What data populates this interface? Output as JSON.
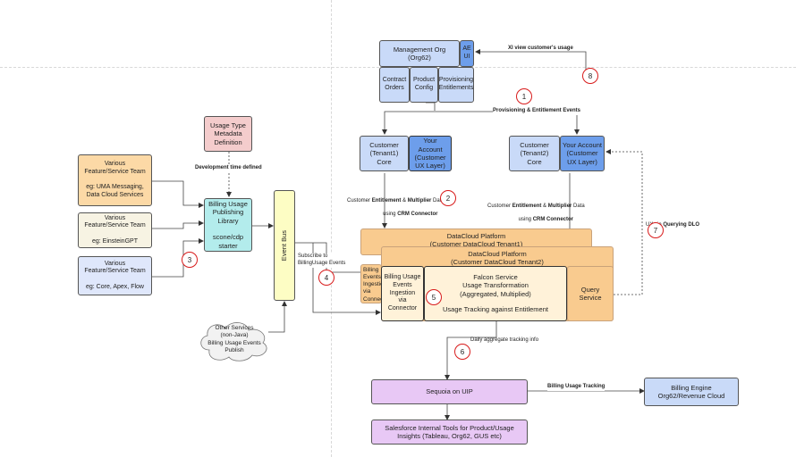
{
  "colors": {
    "blue_light": "#c9daf8",
    "blue_strong": "#6d9eeb",
    "pink": "#f4cccc",
    "orange": "#fcd9a6",
    "beige": "#f7f3e3",
    "lavender": "#dfe7fb",
    "teal": "#b3ecec",
    "yellow": "#fdfdc4",
    "orange_platform": "#f9cb8f",
    "cream": "#fff2d9",
    "purple": "#e8c8f5",
    "badge_red": "#d81b1b"
  },
  "nodes": {
    "management_org": "Management Org\n(Org62)",
    "ae_ui": "AE\nUI",
    "contract_orders": "Contract\nOrders",
    "product_config": "Product\nConfig",
    "provisioning_entitlements": "Provisioning\nEntitlements",
    "customer_tenant1_core": "Customer\n(Tenant1)\nCore",
    "your_account_1": "Your Account\n(Customer\nUX Layer)",
    "customer_tenant2_core": "Customer\n(Tenant2)\nCore",
    "your_account_2": "Your Account\n(Customer\nUX Layer)",
    "usage_type_metadata": "Usage Type\nMetadata\nDefinition",
    "team1": "Various\nFeature/Service Team\n\neg: UMA Messaging,\nData Cloud Services",
    "team2": "Various\nFeature/Service Team\n\neg: EinsteinGPT",
    "team3": "Various\nFeature/Service Team\n\neg: Core, Apex, Flow",
    "billing_library": "Billing Usage\nPublishing\nLibrary\n\nscone/cdp\nstarter",
    "event_bus": "Event Bus",
    "other_services": "Other Services\n(non-Java)\nBilling Usage Events\nPublish",
    "datacloud_platform_1": "DataCloud Platform\n(Customer DataCloud Tenant1)",
    "datacloud_platform_2": "DataCloud Platform\n(Customer DataCloud Tenant2)",
    "behind_ingestion": "Billing\nEvents\nIngestion\nvia\nConnector",
    "billing_ingestion": "Billing Usage\nEvents\nIngestion\nvia\nConnector",
    "falcon_service": "Falcon Service\nUsage Transformation\n(Aggregated, Multiplied)",
    "usage_tracking": "Usage Tracking against Entitlement",
    "query_service": "Query Service",
    "sequoia": "Sequoia on UIP",
    "billing_engine": "Billing Engine\nOrg62/Revenue Cloud",
    "internal_tools": "Salesforce Internal Tools for Product/Usage\nInsights (Tableau, Org62, GUS etc)"
  },
  "labels": {
    "xi_view": "XI view customer's usage",
    "prov_events": "Provisioning & Entitlement Events",
    "dev_time": "Development time defined",
    "ent_mult_1_pre": "Customer ",
    "ent_mult_1_b1": "Entitlement",
    "ent_mult_1_mid": " & ",
    "ent_mult_1_b2": "Multiplier",
    "ent_mult_1_post": " Data",
    "using_crm_1_pre": "using ",
    "using_crm_1_b": "CRM Connector",
    "subscribe": "Subscribe to\nBillingUsage Events",
    "ux_via_pre": "UX via ",
    "ux_via_b": "Querying DLO",
    "daily_agg": "Daily aggregate tracking info",
    "billing_tracking": "Billing Usage Tracking"
  },
  "badges": [
    "1",
    "2",
    "3",
    "4",
    "5",
    "6",
    "7",
    "8"
  ]
}
